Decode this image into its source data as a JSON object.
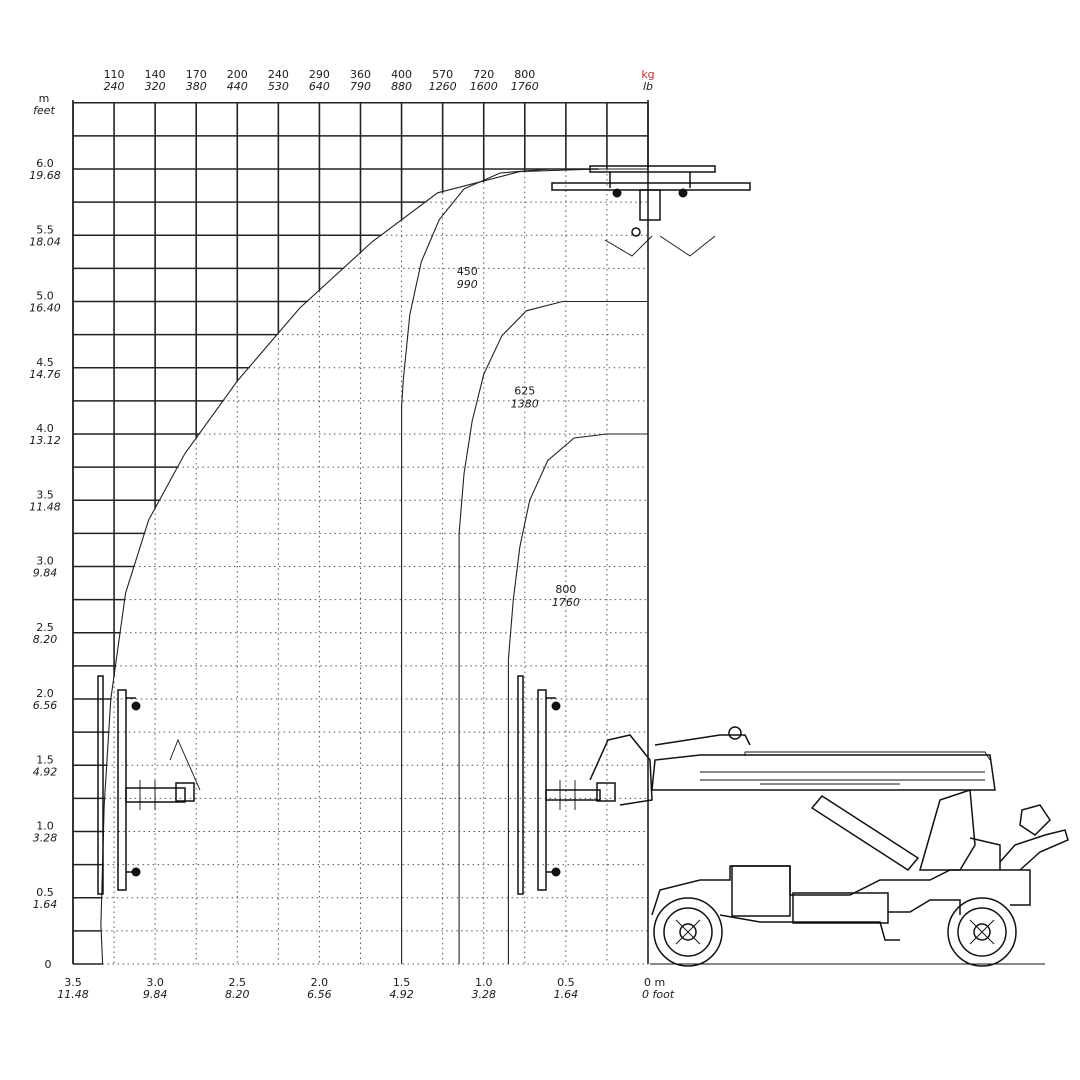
{
  "chart_data": {
    "type": "line",
    "title": "",
    "x_axis": {
      "range": [
        3.5,
        0
      ],
      "unit_label_m": "0 m",
      "unit_label_ft": "0 foot",
      "ticks": [
        {
          "m": "3.5",
          "ft": "11.48",
          "v": 3.5
        },
        {
          "m": "3.0",
          "ft": "9.84",
          "v": 3.0
        },
        {
          "m": "2.5",
          "ft": "8.20",
          "v": 2.5
        },
        {
          "m": "2.0",
          "ft": "6.56",
          "v": 2.0
        },
        {
          "m": "1.5",
          "ft": "4.92",
          "v": 1.5
        },
        {
          "m": "1.0",
          "ft": "3.28",
          "v": 1.0
        },
        {
          "m": "0.5",
          "ft": "1.64",
          "v": 0.5
        }
      ]
    },
    "y_axis": {
      "range": [
        0,
        6.5
      ],
      "unit_m": "m",
      "unit_ft": "feet",
      "zero_label": "0",
      "ticks": [
        {
          "m": "6.0",
          "ft": "19.68",
          "v": 6.0
        },
        {
          "m": "5.5",
          "ft": "18.04",
          "v": 5.5
        },
        {
          "m": "5.0",
          "ft": "16.40",
          "v": 5.0
        },
        {
          "m": "4.5",
          "ft": "14.76",
          "v": 4.5
        },
        {
          "m": "4.0",
          "ft": "13.12",
          "v": 4.0
        },
        {
          "m": "3.5",
          "ft": "11.48",
          "v": 3.5
        },
        {
          "m": "3.0",
          "ft": "9.84",
          "v": 3.0
        },
        {
          "m": "2.5",
          "ft": "8.20",
          "v": 2.5
        },
        {
          "m": "2.0",
          "ft": "6.56",
          "v": 2.0
        },
        {
          "m": "1.5",
          "ft": "4.92",
          "v": 1.5
        },
        {
          "m": "1.0",
          "ft": "3.28",
          "v": 1.0
        },
        {
          "m": "0.5",
          "ft": "1.64",
          "v": 0.5
        }
      ]
    },
    "top_capacity_scale": {
      "unit_kg": "kg",
      "unit_lb": "lb",
      "labels": [
        {
          "kg": "110",
          "lb": "240",
          "x": 3.25
        },
        {
          "kg": "140",
          "lb": "320",
          "x": 3.0
        },
        {
          "kg": "170",
          "lb": "380",
          "x": 2.75
        },
        {
          "kg": "200",
          "lb": "440",
          "x": 2.5
        },
        {
          "kg": "240",
          "lb": "530",
          "x": 2.25
        },
        {
          "kg": "290",
          "lb": "640",
          "x": 2.0
        },
        {
          "kg": "360",
          "lb": "790",
          "x": 1.75
        },
        {
          "kg": "400",
          "lb": "880",
          "x": 1.5
        },
        {
          "kg": "570",
          "lb": "1260",
          "x": 1.25
        },
        {
          "kg": "720",
          "lb": "1600",
          "x": 1.0
        },
        {
          "kg": "800",
          "lb": "1760",
          "x": 0.75
        }
      ]
    },
    "series": [
      {
        "kg": "",
        "lb": "",
        "points": [
          [
            3.32,
            0
          ],
          [
            3.33,
            0.3
          ],
          [
            3.31,
            1.2
          ],
          [
            3.27,
            2.0
          ],
          [
            3.18,
            2.8
          ],
          [
            3.04,
            3.35
          ],
          [
            2.82,
            3.85
          ],
          [
            2.5,
            4.4
          ],
          [
            2.12,
            4.95
          ],
          [
            1.68,
            5.45
          ],
          [
            1.28,
            5.82
          ],
          [
            0.78,
            5.98
          ],
          [
            0.3,
            6.0
          ],
          [
            0,
            6.0
          ]
        ]
      },
      {
        "kg": "450",
        "lb": "990",
        "points": [
          [
            1.5,
            0
          ],
          [
            1.5,
            4.2
          ],
          [
            1.49,
            4.4
          ],
          [
            1.45,
            4.9
          ],
          [
            1.38,
            5.3
          ],
          [
            1.27,
            5.62
          ],
          [
            1.12,
            5.85
          ],
          [
            0.9,
            5.97
          ],
          [
            0.6,
            6.0
          ],
          [
            0,
            6.0
          ]
        ]
      },
      {
        "kg": "625",
        "lb": "1380",
        "points": [
          [
            1.15,
            0
          ],
          [
            1.15,
            3.25
          ],
          [
            1.12,
            3.7
          ],
          [
            1.07,
            4.1
          ],
          [
            1.0,
            4.45
          ],
          [
            0.89,
            4.74
          ],
          [
            0.74,
            4.93
          ],
          [
            0.52,
            5.0
          ],
          [
            0,
            5.0
          ]
        ]
      },
      {
        "kg": "800",
        "lb": "1760",
        "points": [
          [
            0.85,
            0
          ],
          [
            0.85,
            2.3
          ],
          [
            0.82,
            2.75
          ],
          [
            0.78,
            3.15
          ],
          [
            0.72,
            3.5
          ],
          [
            0.61,
            3.8
          ],
          [
            0.45,
            3.97
          ],
          [
            0.25,
            4.0
          ],
          [
            0,
            4.0
          ]
        ]
      }
    ],
    "grid": true,
    "legend": "none"
  }
}
